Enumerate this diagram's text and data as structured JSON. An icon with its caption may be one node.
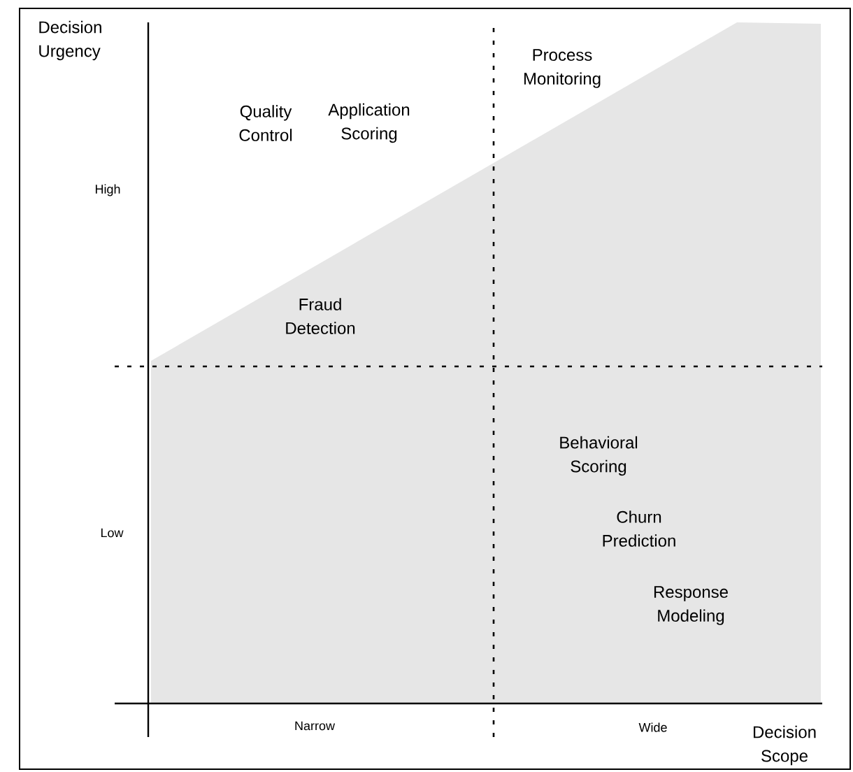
{
  "diagram": {
    "labels": [
      "Decision Urgency",
      "Process Monitoring",
      "Quality Control",
      "Application Scoring",
      "High",
      "Fraud Detection",
      "Behavioral Scoring",
      "Low",
      "Churn Prediction",
      "Response Modeling",
      "Narrow",
      "Wide",
      "Decision Scope"
    ]
  }
}
